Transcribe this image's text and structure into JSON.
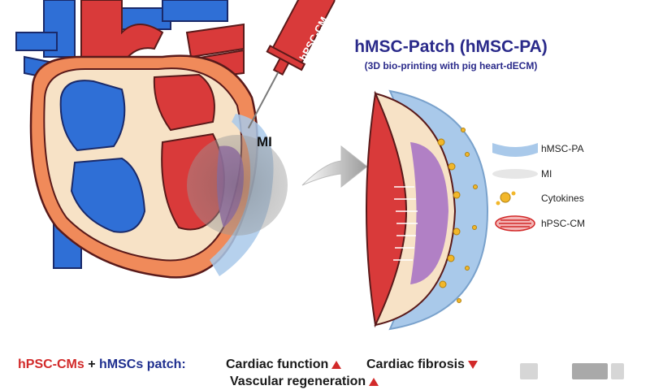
{
  "diagram": {
    "title": "hMSC-Patch (hMSC-PA)",
    "subtitle": "(3D bio-printing with pig heart-dECM)",
    "syringe_label": "hPSC-CM",
    "mi_label": "MI",
    "legend": [
      {
        "label": "hMSC-PA",
        "icon": "patch-legend-icon"
      },
      {
        "label": "MI",
        "icon": "mi-legend-icon"
      },
      {
        "label": "Cytokines",
        "icon": "cytokine-legend-icon"
      },
      {
        "label": "hPSC-CM",
        "icon": "cardiomyocyte-legend-icon"
      }
    ],
    "footer": {
      "part1": "hPSC-CMs",
      "plus": " + ",
      "part2": "hMSCs patch:",
      "effect1": "Cardiac function",
      "effect2": "Cardiac fibrosis",
      "effect3": "Vascular regeneration"
    },
    "colors": {
      "heart_red": "#d93a3a",
      "vessel_blue": "#2f6fd6",
      "patch_blue": "#a9c9ea",
      "mi_purple": "#8a4aa6",
      "outline": "#5a1a1a",
      "title_navy": "#2a2a8a",
      "accent_red": "#d22a2a"
    }
  }
}
